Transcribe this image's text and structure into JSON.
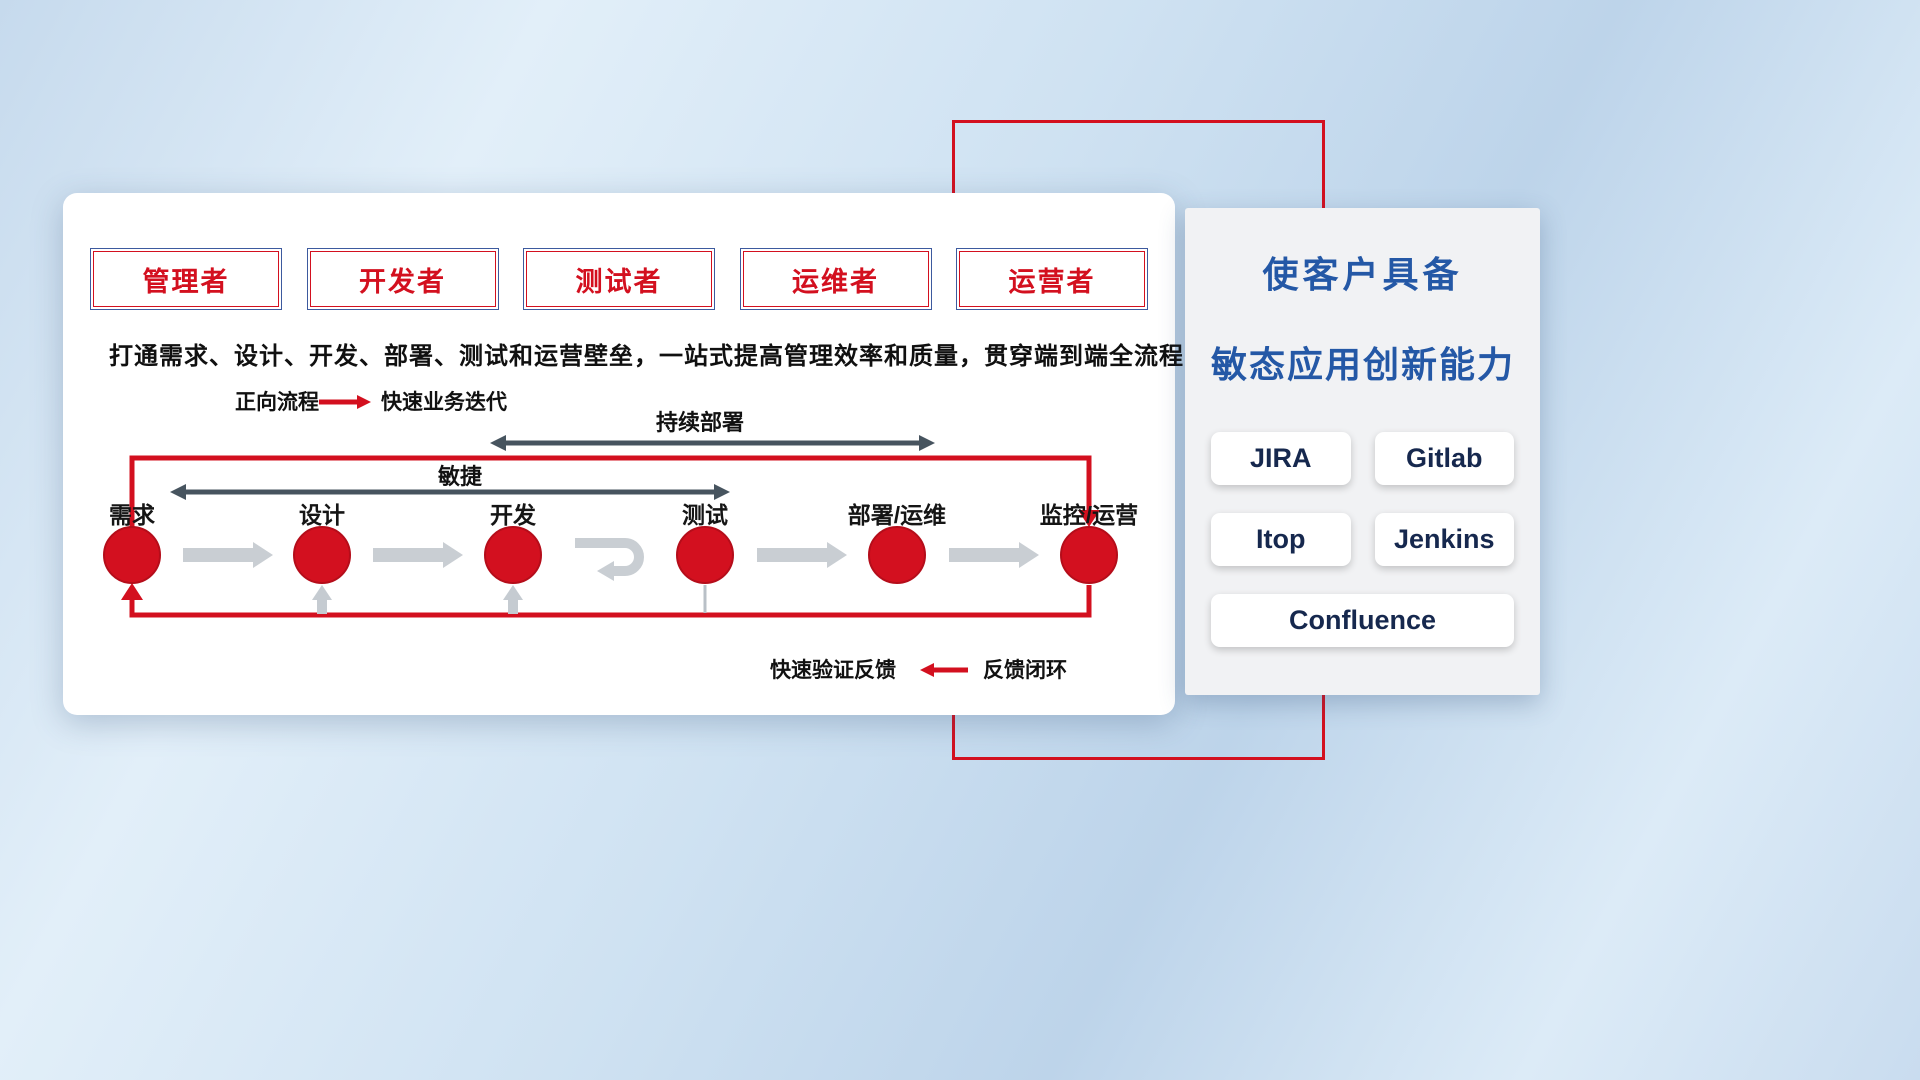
{
  "card": {
    "roles": [
      "管理者",
      "开发者",
      "测试者",
      "运维者",
      "运营者"
    ],
    "subtitle": "打通需求、设计、开发、部署、测试和运营壁垒，一站式提高管理效率和质量，贯穿端到端全流程",
    "legend_forward_label": "正向流程",
    "legend_forward_desc": "快速业务迭代",
    "arrow_continuous_deploy": "持续部署",
    "arrow_agile": "敏捷",
    "steps": [
      "需求",
      "设计",
      "开发",
      "测试",
      "部署/运维",
      "监控/运营"
    ],
    "legend_feedback_desc": "快速验证反馈",
    "legend_feedback_label": "反馈闭环"
  },
  "panel": {
    "title_line1": "使客户具备",
    "title_line2": "敏态应用创新能力",
    "tools": [
      "JIRA",
      "Gitlab",
      "Itop",
      "Jenkins",
      "Confluence"
    ]
  },
  "colors": {
    "red": "#d3101f",
    "blue": "#2458a6",
    "dark_arrow": "#47545f",
    "gray_arrow": "#c9ced3"
  }
}
